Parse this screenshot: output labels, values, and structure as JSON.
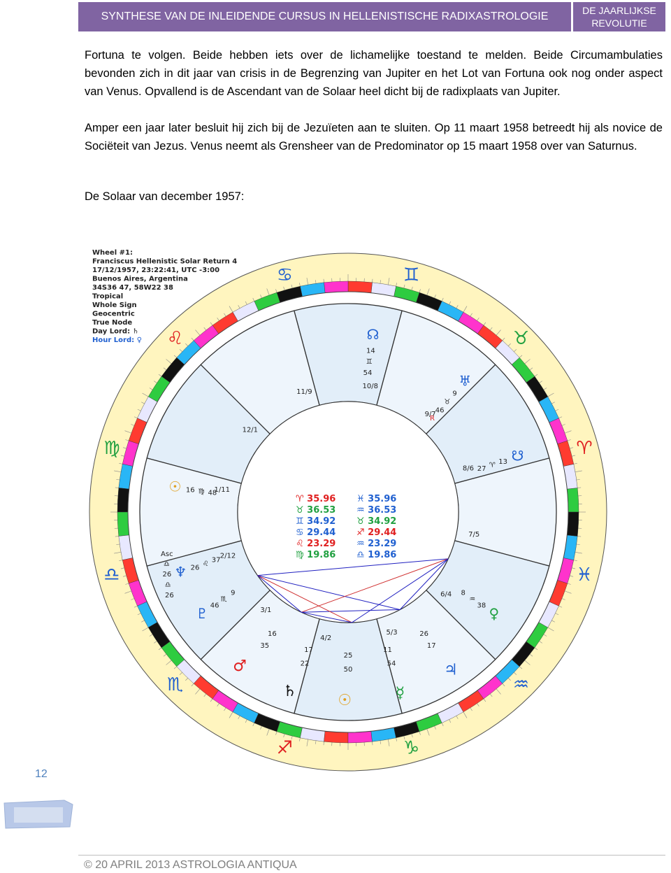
{
  "header": {
    "title": "SYNTHESE VAN DE INLEIDENDE CURSUS IN HELLENISTISCHE RADIXASTROLOGIE",
    "section_line1": "DE JAARLIJKSE",
    "section_line2": "REVOLUTIE"
  },
  "body": {
    "paragraph1": "Fortuna te volgen. Beide hebben iets over de lichamelijke toestand te melden. Beide Circumambulaties bevonden zich in dit jaar van crisis in de Begrenzing van Jupiter en het Lot van Fortuna ook nog onder aspect van Venus. Opvallend is de Ascendant van de Solaar heel dicht bij de radixplaats van Jupiter.",
    "paragraph2": "Amper een jaar later besluit hij zich bij de Jezuïeten aan te sluiten. Op 11 maart 1958 betreedt hij als novice de Sociëteit van Jezus. Venus neemt als Grensheer van de Predominator op 15 maart 1958 over van Saturnus.",
    "caption": "De Solaar van december 1957:"
  },
  "chart": {
    "info_lines": [
      "Wheel #1:",
      "Franciscus Hellenistic Solar Return 4",
      "17/12/1957, 23:22:41, UTC -3:00",
      "Buenos Aires, Argentina",
      "34S36 47, 58W22 38",
      "Tropical",
      "Whole Sign",
      "Geocentric",
      "True Node",
      "Day Lord: ♄"
    ],
    "hour_lord": "Hour Lord: ♀",
    "house_labels": [
      "10/8",
      "9/7",
      "8/6",
      "7/5",
      "6/4",
      "5/3",
      "4/2",
      "3/1",
      "2/12",
      "1/11",
      "12/1",
      "11/9"
    ],
    "sign_glyphs": [
      "♊",
      "♉",
      "♈",
      "♓",
      "♒",
      "♑",
      "♐",
      "♏",
      "♎",
      "♍",
      "♌",
      "♋"
    ],
    "table": [
      {
        "left": "♈ 35.96",
        "left_color": "#e02020",
        "right": "♓ 35.96",
        "right_color": "#2060d0"
      },
      {
        "left": "♉ 36.53",
        "left_color": "#20a040",
        "right": "♒ 36.53",
        "right_color": "#2060d0"
      },
      {
        "left": "♊ 34.92",
        "left_color": "#2060d0",
        "right": "♉ 34.92",
        "right_color": "#20a040"
      },
      {
        "left": "♋ 29.44",
        "left_color": "#2060d0",
        "right": "♐ 29.44",
        "right_color": "#e02020"
      },
      {
        "left": "♌ 23.29",
        "left_color": "#e02020",
        "right": "♒ 23.29",
        "right_color": "#2060d0"
      },
      {
        "left": "♍ 19.86",
        "left_color": "#20a040",
        "right": "♎ 19.86",
        "right_color": "#2060d0"
      }
    ],
    "planet_labels": [
      {
        "g": "☊",
        "t": [
          "14",
          "♊",
          "54"
        ]
      },
      {
        "g": "♅",
        "t": [
          "9",
          "♉",
          "46",
          "R"
        ]
      },
      {
        "g": "☋",
        "t": [
          "13",
          "♈",
          "27"
        ]
      },
      {
        "g": "☉",
        "t": [
          "16",
          "♍",
          "48"
        ]
      },
      {
        "g": "♀",
        "t": [
          "38",
          "♒",
          "8"
        ]
      },
      {
        "g": "♆",
        "t": [
          "26",
          "♌",
          "37"
        ]
      },
      {
        "g": "♇",
        "t": [
          "46",
          "♏",
          "9"
        ]
      }
    ],
    "bottom_planets": [
      "♂",
      "♄",
      "☉",
      "☿",
      "♃"
    ],
    "bottom_numbers": [
      "35",
      "22",
      "50",
      "54",
      "17",
      "16",
      "17",
      "25",
      "11",
      "26"
    ],
    "asc_labels": [
      "26",
      "♎",
      "26",
      "♎",
      "Asc"
    ]
  },
  "page_number": "12",
  "footer": "© 20 APRIL 2013 ASTROLOGIA ANTIQUA"
}
